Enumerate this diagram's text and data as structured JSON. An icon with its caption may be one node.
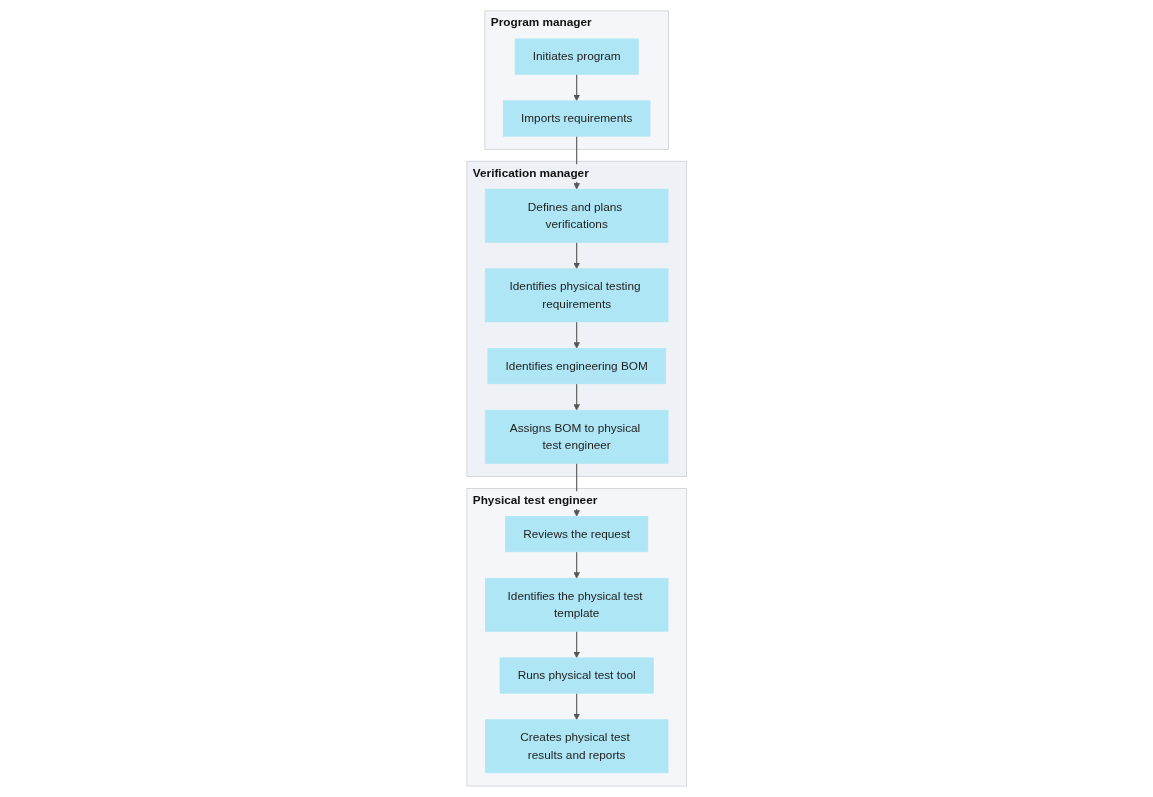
{
  "diagram": {
    "nodes": [
      {
        "text": [
          "Program manager"
        ]
      },
      {
        "text": [
          "Initiates program"
        ],
        "in": 0
      },
      {
        "text": [
          "Imports requirements"
        ],
        "in": 0
      },
      {
        "text": [
          "Verification manager"
        ]
      },
      {
        "text": [
          "Defines and plans verifications"
        ],
        "in": 3
      },
      {
        "text": [
          "Identifies physical testing requirements"
        ],
        "in": 3
      },
      {
        "text": [
          "Identifies engineering BOM"
        ],
        "in": 3
      },
      {
        "text": [
          "Assigns BOM to physical test engineer"
        ],
        "in": 3
      },
      {
        "text": [
          "Physical test engineer"
        ]
      },
      {
        "text": [
          "Reviews the request"
        ],
        "in": 8
      },
      {
        "text": [
          "Identifies the physical test template"
        ],
        "in": 8
      },
      {
        "text": [
          "Runs physical test tool"
        ],
        "in": 8
      },
      {
        "text": [
          "Creates physical test results and reports"
        ],
        "in": 8
      }
    ],
    "edges": [
      {
        "from": 1,
        "to": 2,
        "arrow": "to"
      },
      {
        "from": 2,
        "to": 4,
        "arrow": "to"
      },
      {
        "from": 4,
        "to": 5,
        "arrow": "to"
      },
      {
        "from": 5,
        "to": 6,
        "arrow": "to"
      },
      {
        "from": 6,
        "to": 7,
        "arrow": "to"
      },
      {
        "from": 7,
        "to": 9,
        "arrow": "to"
      },
      {
        "from": 9,
        "to": 10,
        "arrow": "to"
      },
      {
        "from": 10,
        "to": 11,
        "arrow": "to"
      },
      {
        "from": 11,
        "to": 12,
        "arrow": "to"
      }
    ]
  }
}
